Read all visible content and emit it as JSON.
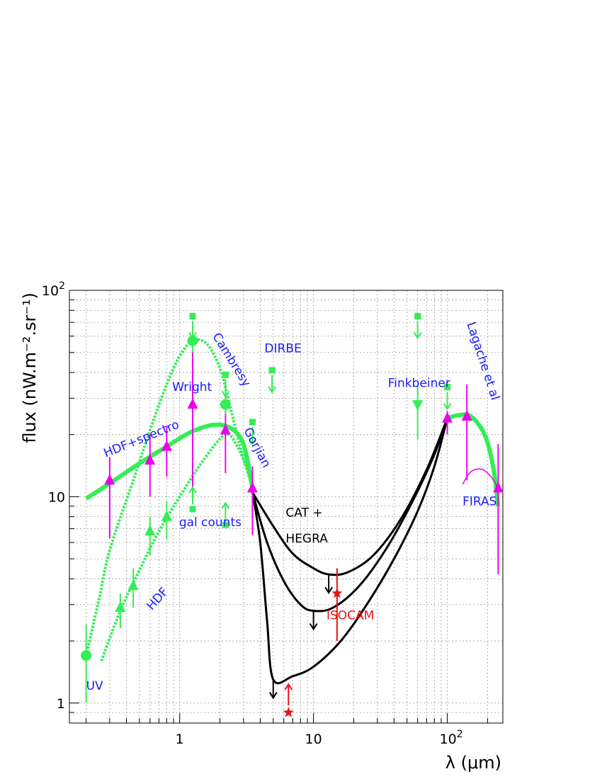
{
  "chart_data": {
    "type": "scatter",
    "title": "",
    "xlabel": "λ (μm)",
    "ylabel": "flux (nW.m⁻².sr⁻¹)",
    "xscale": "log",
    "yscale": "log",
    "xlim": [
      0.15,
      260
    ],
    "ylim": [
      0.8,
      100
    ],
    "grid": true,
    "x_ticks": [
      {
        "v": 1,
        "label": "1"
      },
      {
        "v": 10,
        "label": "10"
      },
      {
        "v": 100,
        "label": "10",
        "sup": "2"
      }
    ],
    "y_ticks": [
      {
        "v": 1,
        "label": "1"
      },
      {
        "v": 10,
        "label": "10"
      },
      {
        "v": 100,
        "label": "10",
        "sup": "2"
      }
    ],
    "colors": {
      "green": "#33ee55",
      "magenta": "#ee00ee",
      "blue": "#1a1aff",
      "red": "#ee1111",
      "black": "#000000"
    },
    "series": [
      {
        "marker": "triangle",
        "color": "magenta",
        "points": [
          {
            "x": 0.3,
            "y": 12,
            "ylo": 6.3,
            "yhi": 15.5
          },
          {
            "x": 0.6,
            "y": 15,
            "ylo": 10,
            "yhi": 20
          },
          {
            "x": 0.8,
            "y": 17.5,
            "ylo": 12.5,
            "yhi": 22
          },
          {
            "x": 1.25,
            "y": 28,
            "ylo": 11,
            "yhi": 60
          },
          {
            "x": 2.2,
            "y": 21,
            "ylo": 13,
            "yhi": 28
          },
          {
            "x": 3.5,
            "y": 11,
            "ylo": 6.5,
            "yhi": 14
          },
          {
            "x": 100,
            "y": 24,
            "ylo": 20,
            "yhi": 26
          },
          {
            "x": 140,
            "y": 24.5,
            "ylo": 12,
            "yhi": 35
          },
          {
            "x": 240,
            "y": 11,
            "ylo": 4.2,
            "yhi": 18
          }
        ]
      },
      {
        "marker": "circle",
        "color": "green",
        "points": [
          {
            "x": 0.2,
            "y": 1.7,
            "ylo": 1.0,
            "yhi": 2.4
          },
          {
            "x": 1.25,
            "y": 57,
            "ylo": 50,
            "yhi": 63
          },
          {
            "x": 2.2,
            "y": 28,
            "ylo": 25,
            "yhi": 31
          }
        ]
      },
      {
        "marker": "triangle",
        "color": "green",
        "points": [
          {
            "x": 0.36,
            "y": 2.9,
            "ylo": 2.3,
            "yhi": 3.4
          },
          {
            "x": 0.45,
            "y": 3.7,
            "ylo": 2.9,
            "yhi": 4.5
          },
          {
            "x": 0.6,
            "y": 6.8,
            "ylo": 5.2,
            "yhi": 8
          },
          {
            "x": 0.8,
            "y": 8,
            "ylo": 6.2,
            "yhi": 9.5
          }
        ]
      },
      {
        "marker": "upper-limit",
        "color": "green",
        "points": [
          {
            "x": 1.25,
            "y": 75
          },
          {
            "x": 2.2,
            "y": 39
          },
          {
            "x": 3.5,
            "y": 23
          },
          {
            "x": 4.9,
            "y": 41
          },
          {
            "x": 60,
            "y": 75
          },
          {
            "x": 100,
            "y": 34
          }
        ]
      },
      {
        "marker": "lower-limit",
        "color": "green",
        "points": [
          {
            "x": 1.25,
            "y": 8.7
          },
          {
            "x": 2.2,
            "y": 7.3
          }
        ]
      },
      {
        "marker": "inverted-triangle",
        "color": "green",
        "points": [
          {
            "x": 60,
            "y": 28,
            "ylo": 19,
            "yhi": 35
          }
        ]
      },
      {
        "marker": "star",
        "color": "red",
        "points": [
          {
            "x": 15,
            "y": 3.4,
            "ylo": 2.0,
            "yhi": 4.5
          },
          {
            "x": 6.5,
            "y": 0.9,
            "lower_limit": true
          }
        ]
      },
      {
        "marker": "upper-limit",
        "color": "black",
        "points": [
          {
            "x": 5,
            "y": 1.3
          },
          {
            "x": 10,
            "y": 2.8
          },
          {
            "x": 13,
            "y": 4.2
          }
        ]
      }
    ],
    "curves": [
      {
        "color": "green",
        "style": "solid",
        "width": 6,
        "points": [
          [
            0.2,
            9.8
          ],
          [
            0.3,
            11.6
          ],
          [
            0.5,
            14.5
          ],
          [
            0.8,
            17.5
          ],
          [
            1.2,
            20.5
          ],
          [
            1.8,
            22.3
          ],
          [
            2.4,
            21.5
          ],
          [
            3.0,
            18
          ],
          [
            3.5,
            11
          ]
        ]
      },
      {
        "color": "green",
        "style": "dotted",
        "width": 4,
        "points": [
          [
            0.2,
            1.7
          ],
          [
            0.25,
            3.2
          ],
          [
            0.3,
            5.5
          ],
          [
            0.45,
            12
          ],
          [
            0.6,
            21
          ],
          [
            0.8,
            35
          ],
          [
            1.0,
            48
          ],
          [
            1.25,
            57
          ],
          [
            1.6,
            55
          ],
          [
            2.0,
            42
          ],
          [
            2.3,
            30
          ],
          [
            2.8,
            18
          ],
          [
            3.5,
            11
          ]
        ]
      },
      {
        "color": "green",
        "style": "dotted",
        "width": 4,
        "points": [
          [
            0.26,
            1.6
          ],
          [
            0.36,
            2.8
          ],
          [
            0.5,
            4.4
          ],
          [
            0.7,
            6.8
          ],
          [
            1.0,
            10
          ],
          [
            1.5,
            15
          ],
          [
            2.2,
            20
          ],
          [
            2.7,
            17.5
          ],
          [
            3.2,
            13.5
          ],
          [
            3.5,
            11
          ]
        ]
      },
      {
        "color": "green",
        "style": "solid",
        "width": 6,
        "points": [
          [
            100,
            24
          ],
          [
            120,
            24.8
          ],
          [
            150,
            24.5
          ],
          [
            190,
            20
          ],
          [
            220,
            14
          ],
          [
            240,
            9
          ]
        ]
      },
      {
        "color": "magenta",
        "style": "solid",
        "width": 1.5,
        "points": [
          [
            130,
            11.5
          ],
          [
            150,
            13.2
          ],
          [
            180,
            13.6
          ],
          [
            210,
            12.6
          ],
          [
            240,
            11
          ]
        ]
      },
      {
        "color": "black",
        "style": "solid",
        "width": 3,
        "points": [
          [
            3.5,
            10.5
          ],
          [
            5,
            7.2
          ],
          [
            7,
            5.3
          ],
          [
            10,
            4.5
          ],
          [
            13,
            4.2
          ],
          [
            18,
            4.3
          ],
          [
            28,
            5.2
          ],
          [
            45,
            7.8
          ],
          [
            70,
            13.5
          ],
          [
            100,
            24
          ]
        ]
      },
      {
        "color": "black",
        "style": "solid",
        "width": 3,
        "points": [
          [
            3.5,
            10.5
          ],
          [
            4.5,
            6
          ],
          [
            6,
            3.9
          ],
          [
            8,
            3.0
          ],
          [
            10,
            2.8
          ],
          [
            14,
            2.9
          ],
          [
            22,
            3.7
          ],
          [
            35,
            5.6
          ],
          [
            55,
            9.5
          ],
          [
            80,
            16
          ],
          [
            100,
            24
          ]
        ]
      },
      {
        "color": "black",
        "style": "solid",
        "width": 3,
        "points": [
          [
            3.5,
            10.5
          ],
          [
            4,
            6
          ],
          [
            4.5,
            2.5
          ],
          [
            5,
            1.3
          ],
          [
            7,
            1.35
          ],
          [
            10,
            1.5
          ],
          [
            16,
            2.0
          ],
          [
            25,
            3.0
          ],
          [
            40,
            5.0
          ],
          [
            60,
            8.5
          ],
          [
            80,
            14
          ],
          [
            100,
            24
          ]
        ]
      }
    ],
    "annotations": [
      {
        "text": "UV",
        "x": 0.2,
        "y": 1.16,
        "color": "blue"
      },
      {
        "text": "HDF+spectro",
        "x": 0.28,
        "y": 15.5,
        "color": "blue",
        "rotate": -22,
        "size": 20
      },
      {
        "text": "Wright",
        "x": 0.88,
        "y": 32.5,
        "color": "blue"
      },
      {
        "text": "Cambresy",
        "x": 1.75,
        "y": 60,
        "color": "blue",
        "rotate": 58
      },
      {
        "text": "DIRBE",
        "x": 4.3,
        "y": 50,
        "color": "blue"
      },
      {
        "text": "Gorjian",
        "x": 3.0,
        "y": 21,
        "color": "blue",
        "rotate": 62
      },
      {
        "text": "gal counts",
        "x": 0.99,
        "y": 7.2,
        "color": "blue"
      },
      {
        "text": "HDF",
        "x": 0.62,
        "y": 2.8,
        "color": "blue",
        "rotate": -48
      },
      {
        "text": "Finkbeiner",
        "x": 36,
        "y": 34,
        "color": "blue"
      },
      {
        "text": "Lagache et al",
        "x": 140,
        "y": 69,
        "color": "blue",
        "rotate": 72
      },
      {
        "text": "FIRAS",
        "x": 130,
        "y": 9.1,
        "color": "blue"
      },
      {
        "text": "CAT +",
        "x": 6.2,
        "y": 8.0,
        "color": "black",
        "size": 20
      },
      {
        "text": "HEGRA",
        "x": 6.2,
        "y": 6.0,
        "color": "black",
        "size": 20
      },
      {
        "text": "ISOCAM",
        "x": 12.5,
        "y": 2.55,
        "color": "red"
      }
    ]
  }
}
